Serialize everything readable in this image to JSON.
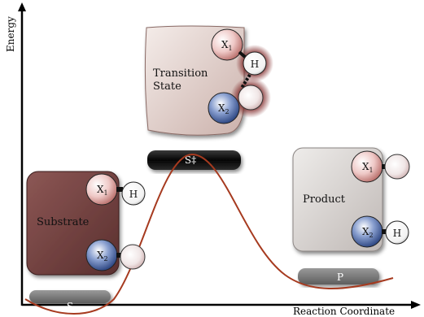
{
  "axes": {
    "y_label": "Energy",
    "x_label": "Reaction Coordinate"
  },
  "levels": {
    "substrate": "S",
    "transition": "S‡",
    "product": "P"
  },
  "boxes": {
    "substrate": {
      "line1": "Substrate"
    },
    "transition": {
      "line1": "Transition",
      "line2": "State"
    },
    "product": {
      "line1": "Product"
    }
  },
  "atoms": {
    "x": "X",
    "sub1": "1",
    "sub2": "2",
    "h": "H"
  },
  "colors": {
    "curve": "#a63a1f",
    "substrate_box": "#6e3b3a",
    "transition_box": "#d7c2bd",
    "product_box": "#d3cecc",
    "x1_atom": "#e7b3b1",
    "x2_atom": "#3e5a9c",
    "level_bar": "#111111"
  }
}
